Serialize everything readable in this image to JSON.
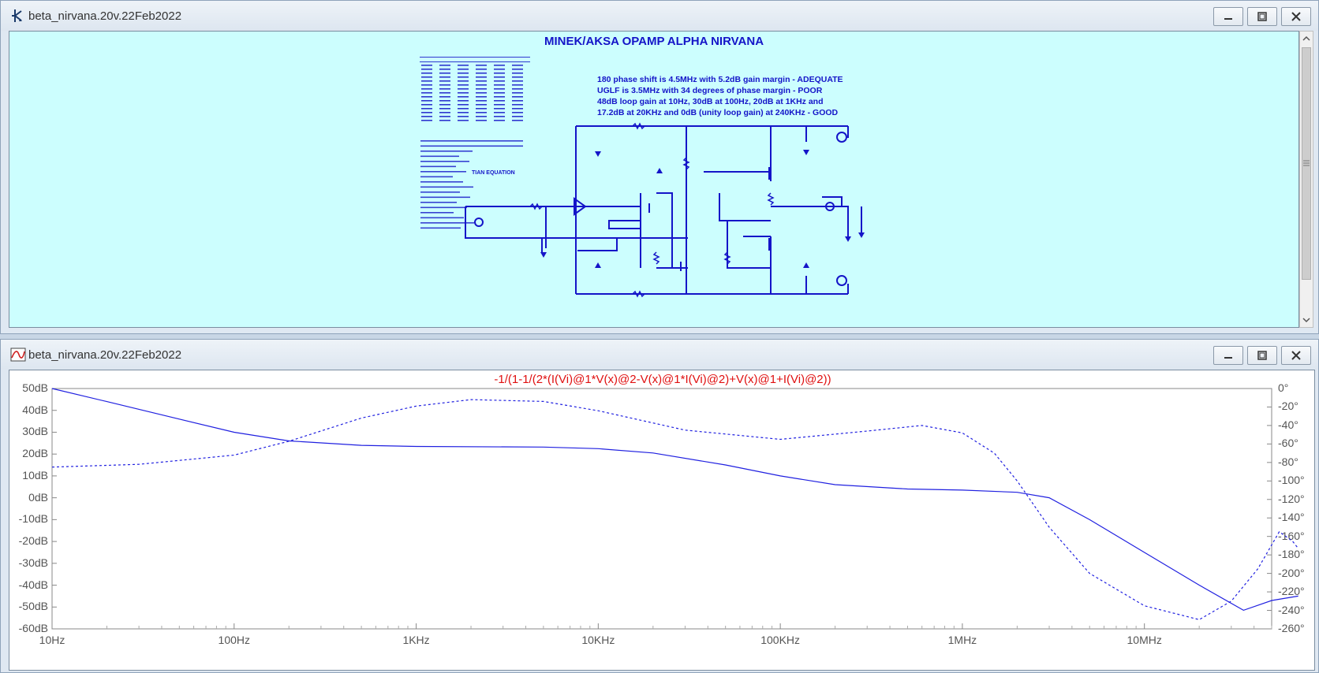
{
  "schematic_window": {
    "title": "beta_nirvana.20v.22Feb2022",
    "heading": "MINEK/AKSA OPAMP ALPHA NIRVANA",
    "notes": [
      "180 phase shift is 4.5MHz  with 5.2dB gain margin - ADEQUATE",
      "UGLF is 3.5MHz with 34 degrees of phase margin - POOR",
      "48dB loop gain at 10Hz, 30dB at 100Hz, 20dB at 1KHz and",
      "17.2dB at 20KHz and 0dB (unity loop gain) at 240KHz - GOOD"
    ],
    "equation_label": "TIAN EQUATION",
    "colors": {
      "background": "#ccfefe",
      "wire": "#1414c8"
    }
  },
  "plot_window": {
    "title": "beta_nirvana.20v.22Feb2022",
    "expression": "-1/(1-1/(2*(I(Vi)@1*V(x)@2-V(x)@1*I(Vi)@2)+V(x)@1+I(Vi)@2))",
    "left_ticks": [
      "50dB",
      "40dB",
      "30dB",
      "20dB",
      "10dB",
      "0dB",
      "-10dB",
      "-20dB",
      "-30dB",
      "-40dB",
      "-50dB",
      "-60dB"
    ],
    "right_ticks": [
      "0°",
      "-20°",
      "-40°",
      "-60°",
      "-80°",
      "-100°",
      "-120°",
      "-140°",
      "-160°",
      "-180°",
      "-200°",
      "-220°",
      "-240°",
      "-260°"
    ],
    "bottom_ticks": [
      "10Hz",
      "100Hz",
      "1KHz",
      "10KHz",
      "100KHz",
      "1MHz",
      "10MHz"
    ],
    "trace_color": "#2020e0"
  },
  "chart_data": {
    "type": "line",
    "title": "-1/(1-1/(2*(I(Vi)@1*V(x)@2-V(x)@1*I(Vi)@2)+V(x)@1+I(Vi)@2))",
    "x_scale": "log",
    "xlim": [
      10,
      50000000
    ],
    "ylim": [
      -60,
      50
    ],
    "y2lim": [
      -260,
      0
    ],
    "series": [
      {
        "name": "",
        "axis": "left",
        "style": "solid",
        "points": [
          [
            10,
            50
          ],
          [
            20,
            44
          ],
          [
            50,
            36
          ],
          [
            100,
            30
          ],
          [
            200,
            26
          ],
          [
            500,
            24
          ],
          [
            1000,
            23.5
          ],
          [
            5000,
            23.2
          ],
          [
            10000,
            22.5
          ],
          [
            20000,
            20.5
          ],
          [
            50000,
            15
          ],
          [
            100000,
            10
          ],
          [
            200000,
            6
          ],
          [
            500000,
            4
          ],
          [
            1000000,
            3.5
          ],
          [
            2000000,
            2.5
          ],
          [
            3000000,
            0
          ],
          [
            5000000,
            -10
          ],
          [
            10000000,
            -25
          ],
          [
            20000000,
            -40
          ],
          [
            35000000,
            -51.5
          ],
          [
            50000000,
            -47
          ],
          [
            70000000,
            -45
          ]
        ]
      },
      {
        "name": "",
        "axis": "right",
        "style": "dashed",
        "points": [
          [
            10,
            -85
          ],
          [
            30,
            -82
          ],
          [
            100,
            -72
          ],
          [
            200,
            -57
          ],
          [
            500,
            -32
          ],
          [
            1000,
            -19
          ],
          [
            2000,
            -12
          ],
          [
            5000,
            -14
          ],
          [
            10000,
            -24
          ],
          [
            30000,
            -45
          ],
          [
            100000,
            -55
          ],
          [
            300000,
            -46
          ],
          [
            600000,
            -40
          ],
          [
            1000000,
            -48
          ],
          [
            1500000,
            -70
          ],
          [
            2000000,
            -100
          ],
          [
            3000000,
            -150
          ],
          [
            5000000,
            -200
          ],
          [
            10000000,
            -235
          ],
          [
            20000000,
            -250
          ],
          [
            30000000,
            -230
          ],
          [
            42000000,
            -195
          ],
          [
            55000000,
            -155
          ],
          [
            65000000,
            -165
          ],
          [
            70000000,
            -173
          ]
        ]
      }
    ]
  }
}
